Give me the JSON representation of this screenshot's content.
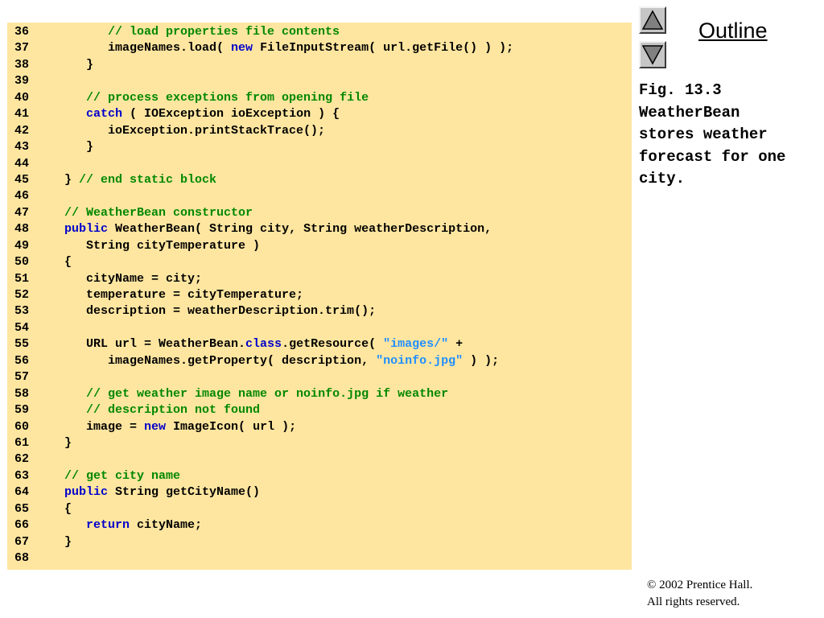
{
  "colors": {
    "panel_background": "#ffe6a0",
    "keyword": "#0000cc",
    "comment": "#008800",
    "string": "#1e8fff",
    "plain": "#000000",
    "nav_button": "#c6c6c6"
  },
  "navigation": {
    "up_icon": "triangle-up-icon",
    "down_icon": "triangle-down-icon",
    "outline_label": "Outline"
  },
  "caption": {
    "lines": [
      "Fig. 13.3",
      "WeatherBean",
      "stores weather",
      "forecast for one",
      "city."
    ]
  },
  "code": {
    "lines": [
      {
        "num": "36",
        "tokens": [
          {
            "t": "plain",
            "s": "         "
          },
          {
            "t": "cm",
            "s": "// load properties file contents"
          }
        ]
      },
      {
        "num": "37",
        "tokens": [
          {
            "t": "plain",
            "s": "         imageNames.load( "
          },
          {
            "t": "kw",
            "s": "new"
          },
          {
            "t": "plain",
            "s": " FileInputStream( url.getFile() ) );"
          }
        ]
      },
      {
        "num": "38",
        "tokens": [
          {
            "t": "plain",
            "s": "      }"
          }
        ]
      },
      {
        "num": "39",
        "tokens": []
      },
      {
        "num": "40",
        "tokens": [
          {
            "t": "plain",
            "s": "      "
          },
          {
            "t": "cm",
            "s": "// process exceptions from opening file"
          }
        ]
      },
      {
        "num": "41",
        "tokens": [
          {
            "t": "plain",
            "s": "      "
          },
          {
            "t": "kw",
            "s": "catch"
          },
          {
            "t": "plain",
            "s": " ( IOException ioException ) {"
          }
        ]
      },
      {
        "num": "42",
        "tokens": [
          {
            "t": "plain",
            "s": "         ioException.printStackTrace();"
          }
        ]
      },
      {
        "num": "43",
        "tokens": [
          {
            "t": "plain",
            "s": "      }"
          }
        ]
      },
      {
        "num": "44",
        "tokens": []
      },
      {
        "num": "45",
        "tokens": [
          {
            "t": "plain",
            "s": "   } "
          },
          {
            "t": "cm",
            "s": "// end static block"
          }
        ]
      },
      {
        "num": "46",
        "tokens": []
      },
      {
        "num": "47",
        "tokens": [
          {
            "t": "plain",
            "s": "   "
          },
          {
            "t": "cm",
            "s": "// WeatherBean constructor"
          }
        ]
      },
      {
        "num": "48",
        "tokens": [
          {
            "t": "plain",
            "s": "   "
          },
          {
            "t": "kw",
            "s": "public"
          },
          {
            "t": "plain",
            "s": " WeatherBean( String city, String weatherDescription,"
          }
        ]
      },
      {
        "num": "49",
        "tokens": [
          {
            "t": "plain",
            "s": "      String cityTemperature )"
          }
        ]
      },
      {
        "num": "50",
        "tokens": [
          {
            "t": "plain",
            "s": "   {"
          }
        ]
      },
      {
        "num": "51",
        "tokens": [
          {
            "t": "plain",
            "s": "      cityName = city;"
          }
        ]
      },
      {
        "num": "52",
        "tokens": [
          {
            "t": "plain",
            "s": "      temperature = cityTemperature;"
          }
        ]
      },
      {
        "num": "53",
        "tokens": [
          {
            "t": "plain",
            "s": "      description = weatherDescription.trim();"
          }
        ]
      },
      {
        "num": "54",
        "tokens": []
      },
      {
        "num": "55",
        "tokens": [
          {
            "t": "plain",
            "s": "      URL url = WeatherBean."
          },
          {
            "t": "kw",
            "s": "class"
          },
          {
            "t": "plain",
            "s": ".getResource( "
          },
          {
            "t": "str",
            "s": "\"images/\""
          },
          {
            "t": "plain",
            "s": " +"
          }
        ]
      },
      {
        "num": "56",
        "tokens": [
          {
            "t": "plain",
            "s": "         imageNames.getProperty( description, "
          },
          {
            "t": "str",
            "s": "\"noinfo.jpg\""
          },
          {
            "t": "plain",
            "s": " ) );"
          }
        ]
      },
      {
        "num": "57",
        "tokens": []
      },
      {
        "num": "58",
        "tokens": [
          {
            "t": "plain",
            "s": "      "
          },
          {
            "t": "cm",
            "s": "// get weather image name or noinfo.jpg if weather"
          }
        ]
      },
      {
        "num": "59",
        "tokens": [
          {
            "t": "plain",
            "s": "      "
          },
          {
            "t": "cm",
            "s": "// description not found"
          }
        ]
      },
      {
        "num": "60",
        "tokens": [
          {
            "t": "plain",
            "s": "      image = "
          },
          {
            "t": "kw",
            "s": "new"
          },
          {
            "t": "plain",
            "s": " ImageIcon( url );"
          }
        ]
      },
      {
        "num": "61",
        "tokens": [
          {
            "t": "plain",
            "s": "   }"
          }
        ]
      },
      {
        "num": "62",
        "tokens": []
      },
      {
        "num": "63",
        "tokens": [
          {
            "t": "plain",
            "s": "   "
          },
          {
            "t": "cm",
            "s": "// get city name"
          }
        ]
      },
      {
        "num": "64",
        "tokens": [
          {
            "t": "plain",
            "s": "   "
          },
          {
            "t": "kw",
            "s": "public"
          },
          {
            "t": "plain",
            "s": " String getCityName()"
          }
        ]
      },
      {
        "num": "65",
        "tokens": [
          {
            "t": "plain",
            "s": "   {"
          }
        ]
      },
      {
        "num": "66",
        "tokens": [
          {
            "t": "plain",
            "s": "      "
          },
          {
            "t": "kw",
            "s": "return"
          },
          {
            "t": "plain",
            "s": " cityName;"
          }
        ]
      },
      {
        "num": "67",
        "tokens": [
          {
            "t": "plain",
            "s": "   }"
          }
        ]
      },
      {
        "num": "68",
        "tokens": []
      }
    ]
  },
  "footer": {
    "copyright_symbol": "©",
    "copyright_line1": " 2002 Prentice Hall.",
    "copyright_line2": "All rights reserved."
  }
}
